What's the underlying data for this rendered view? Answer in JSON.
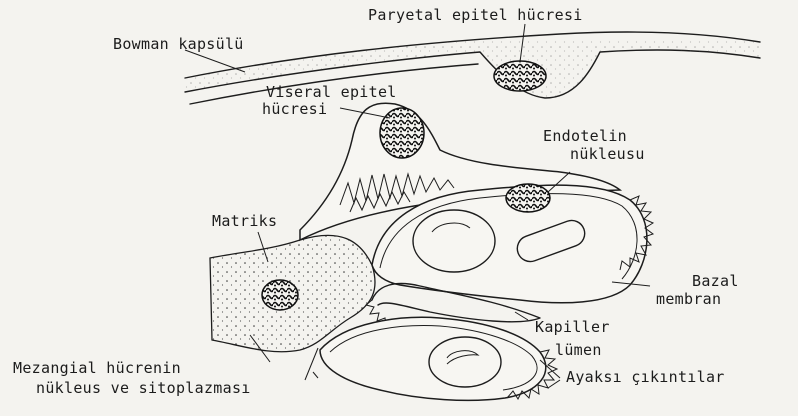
{
  "labels": {
    "paryetal": "Paryetal epitel hücresi",
    "bowman": "Bowman kapsülü",
    "viseral_line1": "Viseral epitel",
    "viseral_line2": "hücresi",
    "endotel_line1": "Endotelin",
    "endotel_line2": "nükleusu",
    "matriks": "Matriks",
    "bazal_line1": "Bazal",
    "bazal_line2": "membran",
    "kapiller_line1": "Kapiller",
    "kapiller_line2": "lümen",
    "ayaksi": "Ayaksı çıkıntılar",
    "mezangial_line1": "Mezangial hücrenin",
    "mezangial_line2": "nükleus ve sitoplazması"
  }
}
